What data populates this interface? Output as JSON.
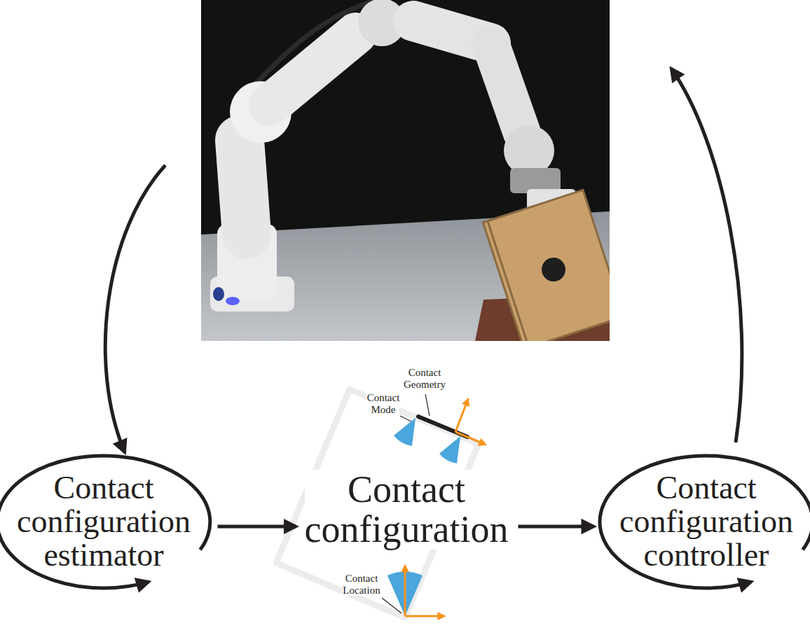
{
  "diagram": {
    "nodes": [
      {
        "text": [
          "Contact configuration estimator"
        ]
      },
      {
        "text": [
          "Contact configuration"
        ]
      },
      {
        "text": [
          "Contact configuration controller"
        ]
      }
    ],
    "edges": [
      {
        "from": 0,
        "to": 1,
        "arrow": "to"
      },
      {
        "from": 1,
        "to": 2,
        "arrow": "to"
      }
    ],
    "labels": [
      "Contact Geometry",
      "Contact Mode",
      "Contact Location"
    ]
  }
}
